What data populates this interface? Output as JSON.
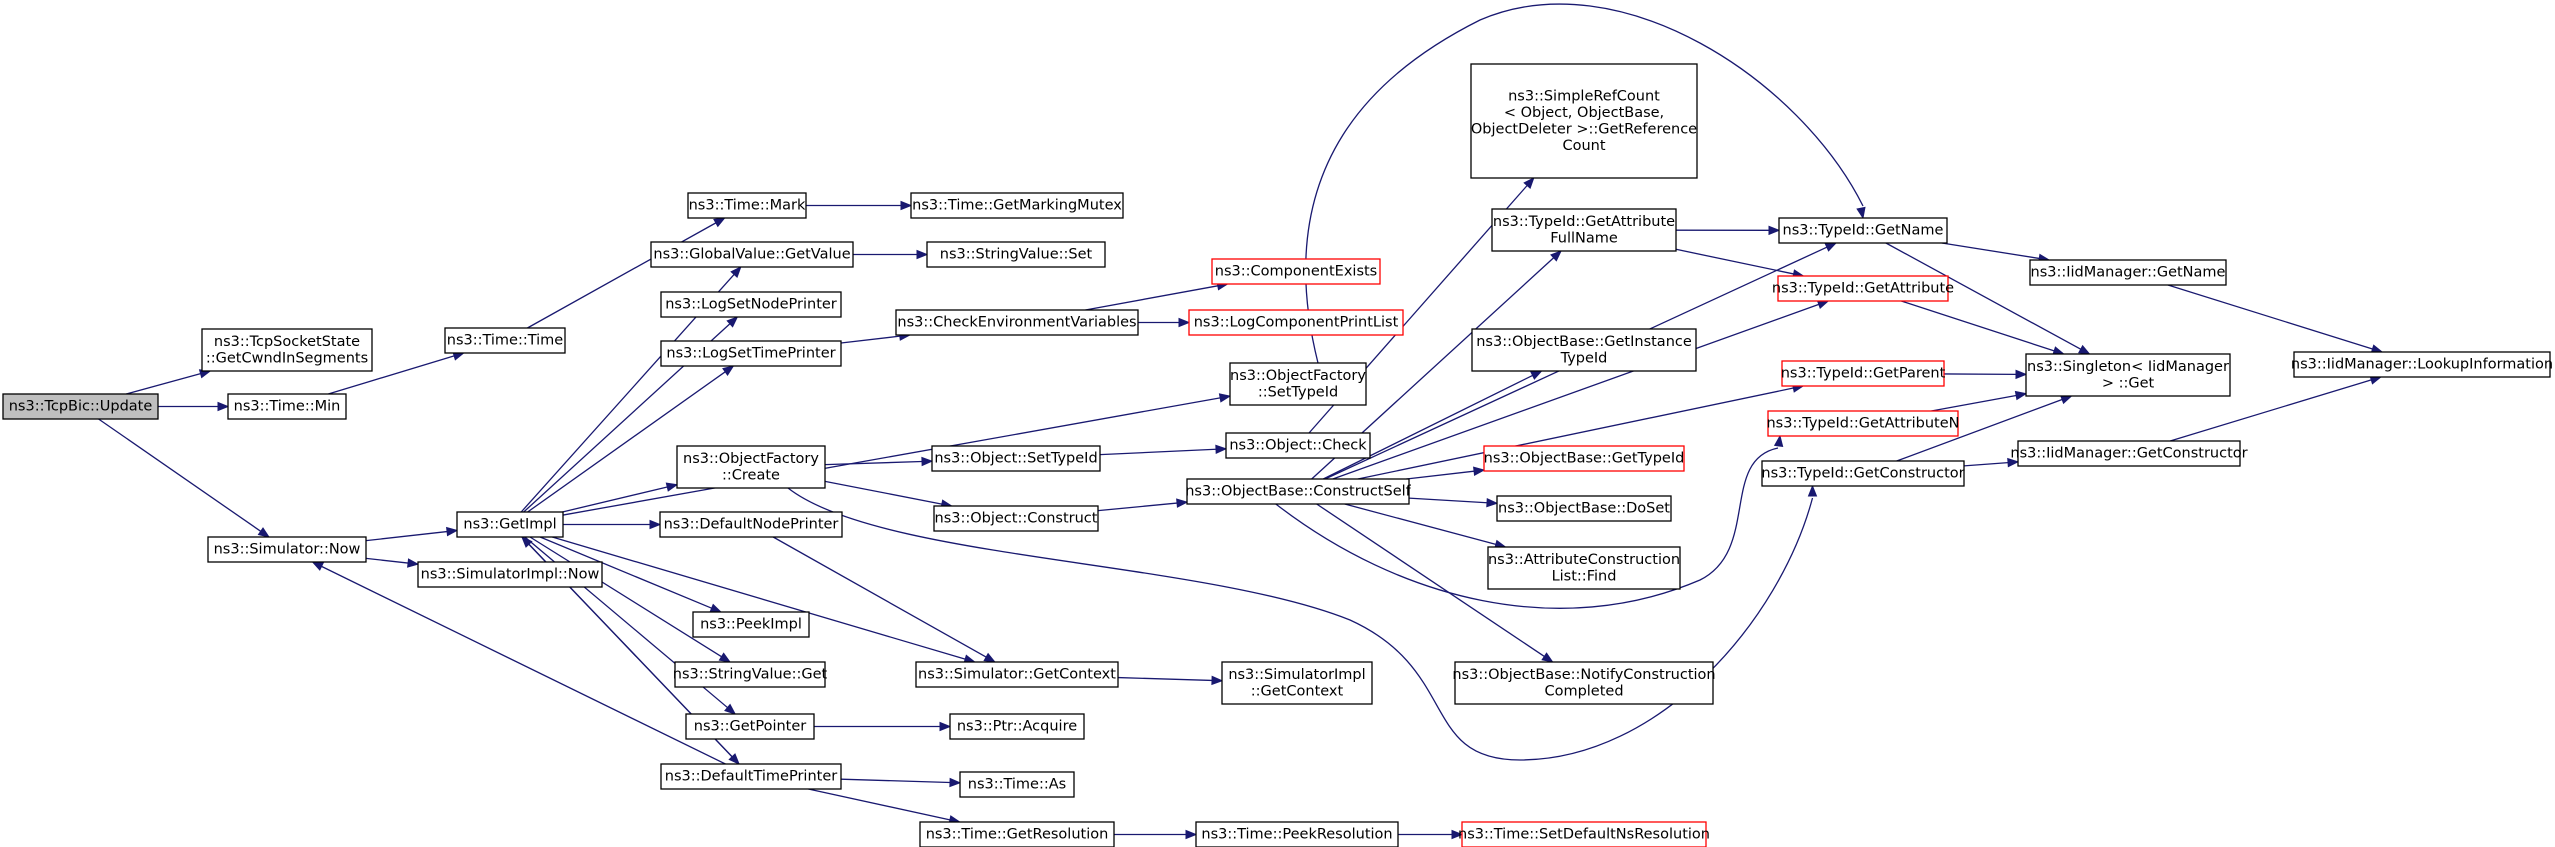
{
  "diagram": {
    "nodes": [
      {
        "id": "update",
        "lines": [
          "ns3::TcpBic::Update"
        ]
      },
      {
        "id": "cwndseg",
        "lines": [
          "ns3::TcpSocketState",
          "::GetCwndInSegments"
        ]
      },
      {
        "id": "timemin",
        "lines": [
          "ns3::Time::Min"
        ]
      },
      {
        "id": "simnow",
        "lines": [
          "ns3::Simulator::Now"
        ]
      },
      {
        "id": "timetime",
        "lines": [
          "ns3::Time::Time"
        ]
      },
      {
        "id": "getimpl",
        "lines": [
          "ns3::GetImpl"
        ]
      },
      {
        "id": "simimplnow",
        "lines": [
          "ns3::SimulatorImpl::Now"
        ]
      },
      {
        "id": "timemark",
        "lines": [
          "ns3::Time::Mark"
        ]
      },
      {
        "id": "gvgetvalue",
        "lines": [
          "ns3::GlobalValue::GetValue"
        ]
      },
      {
        "id": "logsetnode",
        "lines": [
          "ns3::LogSetNodePrinter"
        ]
      },
      {
        "id": "logsettime",
        "lines": [
          "ns3::LogSetTimePrinter"
        ]
      },
      {
        "id": "ofcreate",
        "lines": [
          "ns3::ObjectFactory",
          "::Create"
        ]
      },
      {
        "id": "defnodeprinter",
        "lines": [
          "ns3::DefaultNodePrinter"
        ]
      },
      {
        "id": "peekimpl",
        "lines": [
          "ns3::PeekImpl"
        ]
      },
      {
        "id": "svget",
        "lines": [
          "ns3::StringValue::Get"
        ]
      },
      {
        "id": "getpointer",
        "lines": [
          "ns3::GetPointer"
        ]
      },
      {
        "id": "deftimeprinter",
        "lines": [
          "ns3::DefaultTimePrinter"
        ]
      },
      {
        "id": "getmarkmutex",
        "lines": [
          "ns3::Time::GetMarkingMutex"
        ]
      },
      {
        "id": "svset",
        "lines": [
          "ns3::StringValue::Set"
        ]
      },
      {
        "id": "checkenv",
        "lines": [
          "ns3::CheckEnvironmentVariables"
        ]
      },
      {
        "id": "compexists",
        "lines": [
          "ns3::ComponentExists"
        ]
      },
      {
        "id": "logcompprint",
        "lines": [
          "ns3::LogComponentPrintList"
        ]
      },
      {
        "id": "objsettypeid",
        "lines": [
          "ns3::Object::SetTypeId"
        ]
      },
      {
        "id": "objconstruct",
        "lines": [
          "ns3::Object::Construct"
        ]
      },
      {
        "id": "simgetctx",
        "lines": [
          "ns3::Simulator::GetContext"
        ]
      },
      {
        "id": "ptracquire",
        "lines": [
          "ns3::Ptr::Acquire"
        ]
      },
      {
        "id": "timeas",
        "lines": [
          "ns3::Time::As"
        ]
      },
      {
        "id": "timegetres",
        "lines": [
          "ns3::Time::GetResolution"
        ]
      },
      {
        "id": "ofsettypeid",
        "lines": [
          "ns3::ObjectFactory",
          "::SetTypeId"
        ]
      },
      {
        "id": "objcheck",
        "lines": [
          "ns3::Object::Check"
        ]
      },
      {
        "id": "obconstructself",
        "lines": [
          "ns3::ObjectBase::ConstructSelf"
        ]
      },
      {
        "id": "simimplctx",
        "lines": [
          "ns3::SimulatorImpl",
          "::GetContext"
        ]
      },
      {
        "id": "peekres",
        "lines": [
          "ns3::Time::PeekResolution"
        ]
      },
      {
        "id": "refcount",
        "lines": [
          "ns3::SimpleRefCount",
          "< Object, ObjectBase,",
          "ObjectDeleter >::GetReference",
          "Count"
        ]
      },
      {
        "id": "tidattrfull",
        "lines": [
          "ns3::TypeId::GetAttribute",
          "FullName"
        ]
      },
      {
        "id": "obinsttypeid",
        "lines": [
          "ns3::ObjectBase::GetInstance",
          "TypeId"
        ]
      },
      {
        "id": "obgettypeid",
        "lines": [
          "ns3::ObjectBase::GetTypeId"
        ]
      },
      {
        "id": "obdoset",
        "lines": [
          "ns3::ObjectBase::DoSet"
        ]
      },
      {
        "id": "attrfind",
        "lines": [
          "ns3::AttributeConstruction",
          "List::Find"
        ]
      },
      {
        "id": "obnotify",
        "lines": [
          "ns3::ObjectBase::NotifyConstruction",
          "Completed"
        ]
      },
      {
        "id": "setdefres",
        "lines": [
          "ns3::Time::SetDefaultNsResolution"
        ]
      },
      {
        "id": "tidgetname",
        "lines": [
          "ns3::TypeId::GetName"
        ]
      },
      {
        "id": "tidgetattr",
        "lines": [
          "ns3::TypeId::GetAttribute"
        ]
      },
      {
        "id": "tidgetparent",
        "lines": [
          "ns3::TypeId::GetParent"
        ]
      },
      {
        "id": "tidgetattrn",
        "lines": [
          "ns3::TypeId::GetAttributeN"
        ]
      },
      {
        "id": "tidgetctor",
        "lines": [
          "ns3::TypeId::GetConstructor"
        ]
      },
      {
        "id": "iidgetname",
        "lines": [
          "ns3::IidManager::GetName"
        ]
      },
      {
        "id": "singleton",
        "lines": [
          "ns3::Singleton< IidManager",
          "> ::Get"
        ]
      },
      {
        "id": "iidgetctor",
        "lines": [
          "ns3::IidManager::GetConstructor"
        ]
      },
      {
        "id": "iidlookup",
        "lines": [
          "ns3::IidManager::LookupInformation"
        ]
      }
    ]
  }
}
